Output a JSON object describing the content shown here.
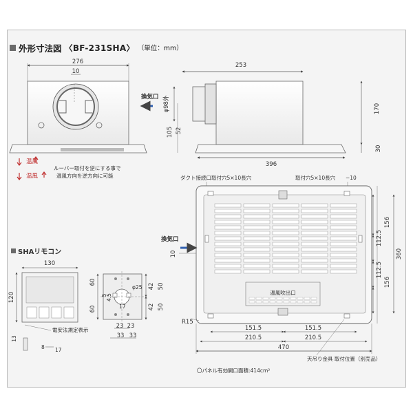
{
  "header": {
    "title": "外形寸法図",
    "model": "〈BF-231SHA〉",
    "unit": "（単位：mm）"
  },
  "front": {
    "width_276": "276",
    "offset_10": "10",
    "warm_label": "温風",
    "louver_note_1": "ルーバー取付を逆にする事で",
    "louver_note_2": "温風方向を逆方向に可能"
  },
  "side": {
    "length_253": "253",
    "height_170": "170",
    "exhaust_label": "換気口",
    "duct_label": "φ98外",
    "dim_105": "105",
    "dim_52": "52",
    "dim_30": "30"
  },
  "bottom": {
    "width_396": "396",
    "width_470": "470",
    "duct_hole_label": "ダクト接続口取付穴5×10長穴",
    "mount_hole_label": "取付穴5×10長穴",
    "mount_hole_dim": "−10",
    "exhaust_label": "換気口",
    "dim_10": "10",
    "dim_156_top": "156",
    "dim_1125_top": "112.5",
    "dim_1125_bot": "112.5",
    "dim_156_bot": "156",
    "dim_360": "360",
    "outlet_label": "温風吹出口",
    "radius_label": "R15",
    "dim_1515_left": "151.5",
    "dim_1515_right": "151.5",
    "dim_2105_left": "210.5",
    "dim_2105_right": "210.5",
    "ceiling_note": "天吊り金具 取付位置（別売品）",
    "panel_note": "〇パネル有効開口面積:414cm²"
  },
  "remote": {
    "title": "SHAリモコン",
    "dim_130": "130",
    "dim_120": "120",
    "dim_60a": "60",
    "dim_60b": "60",
    "dim_5": "5",
    "dim_45": "4.5",
    "dim_25": "φ25",
    "dim_42a": "42",
    "dim_50a": "50",
    "dim_42b": "42",
    "dim_50b": "50",
    "dim_17": "17",
    "dim_23a": "23",
    "dim_23b": "23",
    "dim_33a": "33",
    "dim_33b": "33",
    "dim_13": "13",
    "dim_8": "8",
    "dim_17b": "17",
    "law_label": "電安法規定表示"
  }
}
